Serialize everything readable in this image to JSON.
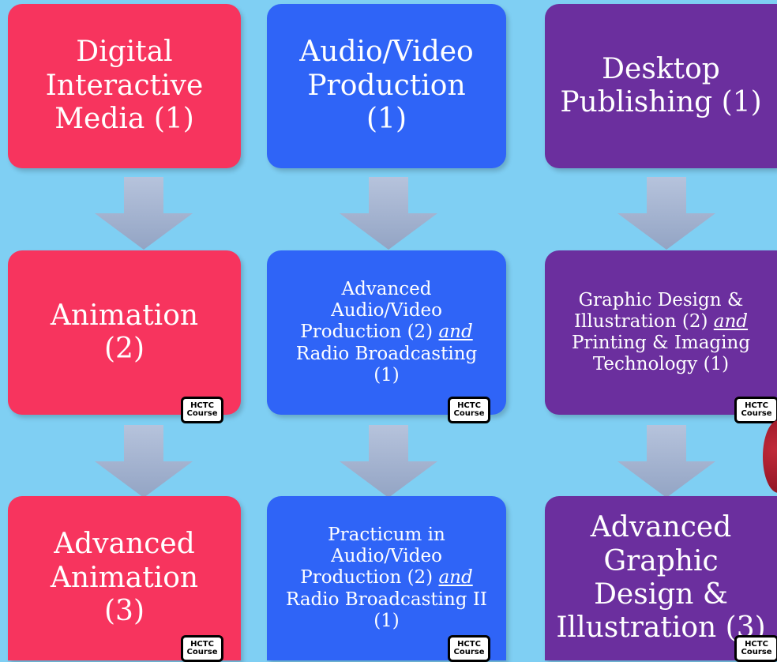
{
  "columns": [
    {
      "color": "#f7345e",
      "boxes": [
        {
          "parts": [
            "Digital Interactive Media (1)"
          ],
          "badge": false
        },
        {
          "parts": [
            "Animation (2)"
          ],
          "badge": true
        },
        {
          "parts": [
            "Advanced Animation (3)"
          ],
          "badge": true
        }
      ]
    },
    {
      "color": "#2f64f7",
      "boxes": [
        {
          "parts": [
            "Audio/Video Production (1)"
          ],
          "badge": false
        },
        {
          "parts": [
            "Advanced Audio/Video Production (2) ",
            "and",
            " Radio Broadcasting (1)"
          ],
          "badge": true
        },
        {
          "parts": [
            "Practicum in Audio/Video Production (2) ",
            "and",
            " Radio Broadcasting II (1)"
          ],
          "badge": true
        }
      ]
    },
    {
      "color": "#6b2f9e",
      "boxes": [
        {
          "parts": [
            "Desktop Publishing (1)"
          ],
          "badge": false
        },
        {
          "parts": [
            "Graphic Design & Illustration (2) ",
            "and",
            " Printing & Imaging Technology (1)"
          ],
          "badge": true
        },
        {
          "parts": [
            "Advanced Graphic Design & Illustration (3)"
          ],
          "badge": true
        }
      ]
    }
  ],
  "badge": {
    "line1": "HCTC",
    "line2": "Course"
  },
  "icons": {
    "arrow": "down-arrow-icon",
    "apple": "apple-icon"
  }
}
